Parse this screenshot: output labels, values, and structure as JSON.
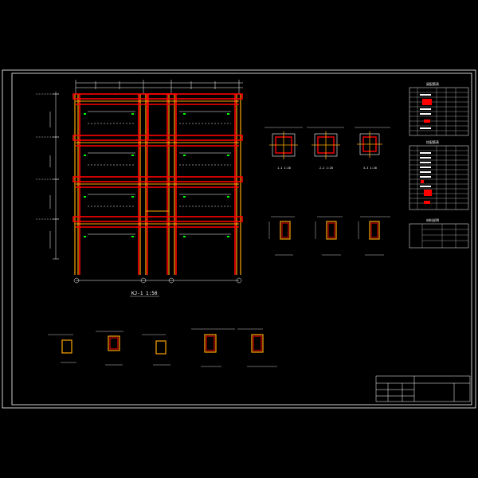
{
  "drawing": {
    "main_title": "KJ-1 1:50",
    "colors": {
      "background": "#000000",
      "frame": "#ffffff",
      "dimension": "#ffffff",
      "annotation": "#00ff00",
      "beam": "#ff0000",
      "column": "#ffa500",
      "rebar": "#ff0000",
      "hatch": "#ffff00"
    },
    "section_labels": [
      "1-1 1:20",
      "2-2 1:20",
      "3-3 1:20"
    ],
    "legend_titles": [
      "梁配筋表",
      "柱配筋表",
      "材料说明"
    ]
  }
}
